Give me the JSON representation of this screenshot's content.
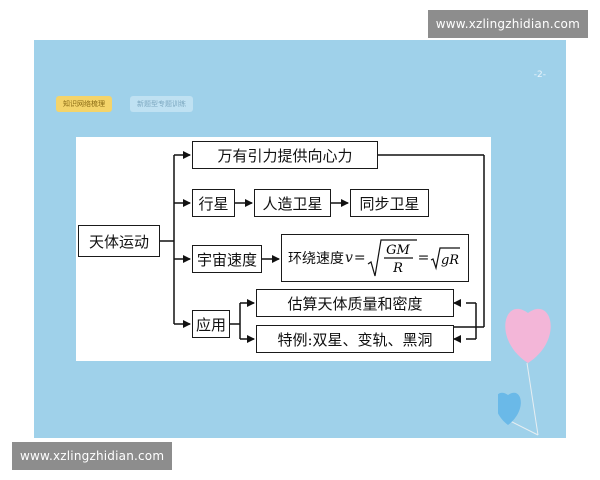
{
  "watermark": {
    "top": "www.xzlingzhidian.com",
    "bottom": "www.xzlingzhidian.com"
  },
  "slide": {
    "page_number": "-2-",
    "tabs": [
      {
        "label": "知识网络梳理",
        "active": true
      },
      {
        "label": "新题型专题训练",
        "active": false
      }
    ],
    "background_color": "#9fd1ea"
  },
  "diagram": {
    "root": "天体运动",
    "branches": {
      "gravity": "万有引力提供向心力",
      "planet": {
        "label": "行星",
        "children": [
          "人造卫星",
          "同步卫星"
        ]
      },
      "speed": {
        "label": "宇宙速度",
        "formula": {
          "prefix": "环绕速度",
          "var": "v",
          "num": "GM",
          "den": "R",
          "rhs": "gR"
        }
      },
      "application": {
        "label": "应用",
        "children": [
          "估算天体质量和密度",
          "特例:双星、变轨、黑洞"
        ]
      }
    }
  }
}
